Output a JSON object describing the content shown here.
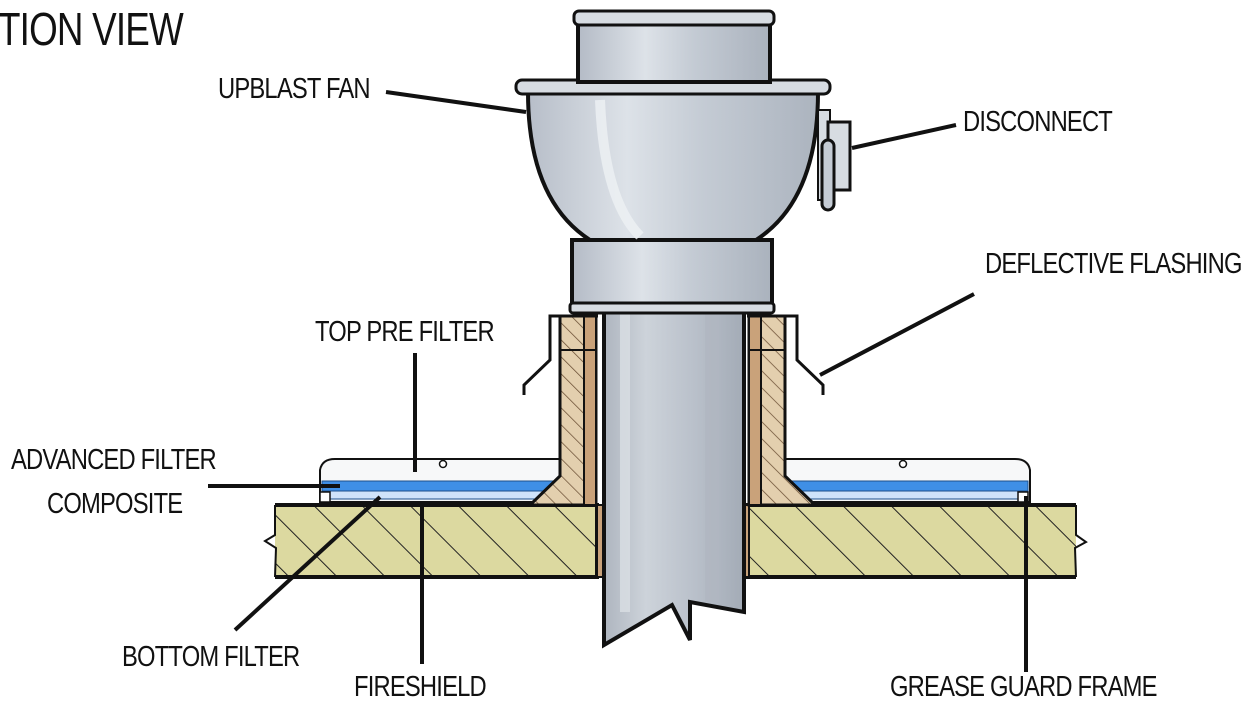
{
  "title": "TION VIEW",
  "labels": {
    "upblast_fan": "UPBLAST FAN",
    "disconnect": "DISCONNECT",
    "deflective_flashing": "DEFLECTIVE FLASHING",
    "top_pre_filter": "TOP PRE FILTER",
    "advanced_filter_line1": "ADVANCED FILTER",
    "advanced_filter_line2": "COMPOSITE",
    "bottom_filter": "BOTTOM FILTER",
    "fireshield": "FIRESHIELD",
    "grease_guard_frame": "GREASE GUARD FRAME"
  },
  "colors": {
    "fan_metal": "#c7cdd6",
    "fan_highlight": "#e3e7ec",
    "duct": "#bfc5ce",
    "roof_deck": "#dcd9a0",
    "curb_wood": "#e3cfae",
    "fireshield_tan": "#c9a27a",
    "filter_blue": "#3f8fe6",
    "outline": "#111111"
  }
}
